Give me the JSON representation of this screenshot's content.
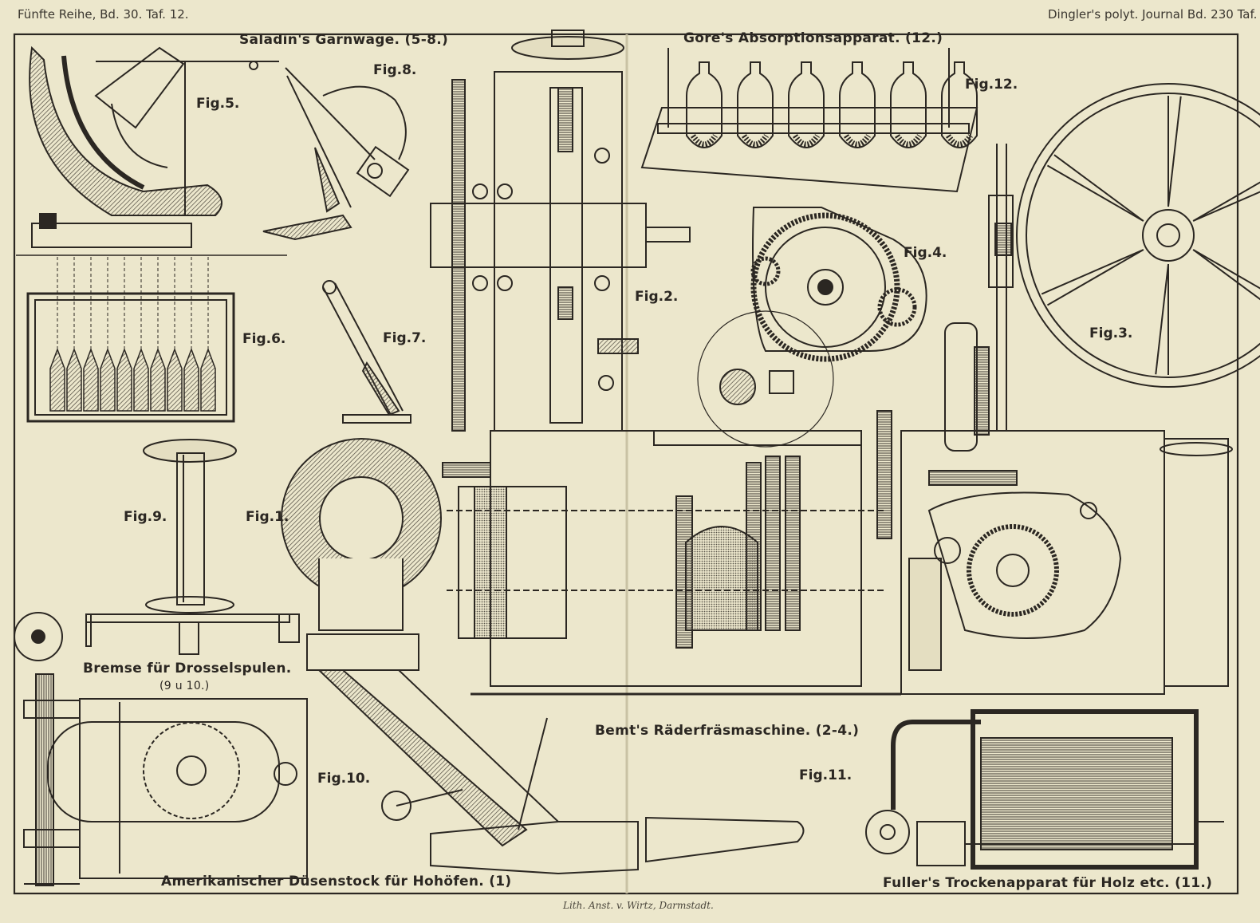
{
  "header": {
    "left": "Fünfte Reihe, Bd. 30. Taf. 12.",
    "right": "Dingler's polyt. Journal Bd. 230 Taf. 12."
  },
  "captions": {
    "saladin": "Saladin's Garnwage. (5-8.)",
    "gore": "Gore's Absorptionsapparat. (12.)",
    "bremse_line1": "Bremse für Drosselspulen.",
    "bremse_line2": "(9 u 10.)",
    "bemt": "Bemt's Räderfräsmaschine. (2-4.)",
    "amerikanischer": "Amerikanischer Düsenstock für Hohöfen. (1)",
    "fuller": "Fuller's Trockenapparat für Holz etc. (11.)"
  },
  "figures": {
    "fig1": "Fig.1.",
    "fig2": "Fig.2.",
    "fig3": "Fig.3.",
    "fig4": "Fig.4.",
    "fig5": "Fig.5.",
    "fig6": "Fig.6.",
    "fig7": "Fig.7.",
    "fig8": "Fig.8.",
    "fig9": "Fig.9.",
    "fig10": "Fig.10.",
    "fig11": "Fig.11.",
    "fig12": "Fig.12."
  },
  "imprint": "Lith. Anst. v. Wirtz, Darmstadt.",
  "colors": {
    "paper": "#ece7cc",
    "ink": "#2b2722",
    "hatch": "#4b463c"
  }
}
